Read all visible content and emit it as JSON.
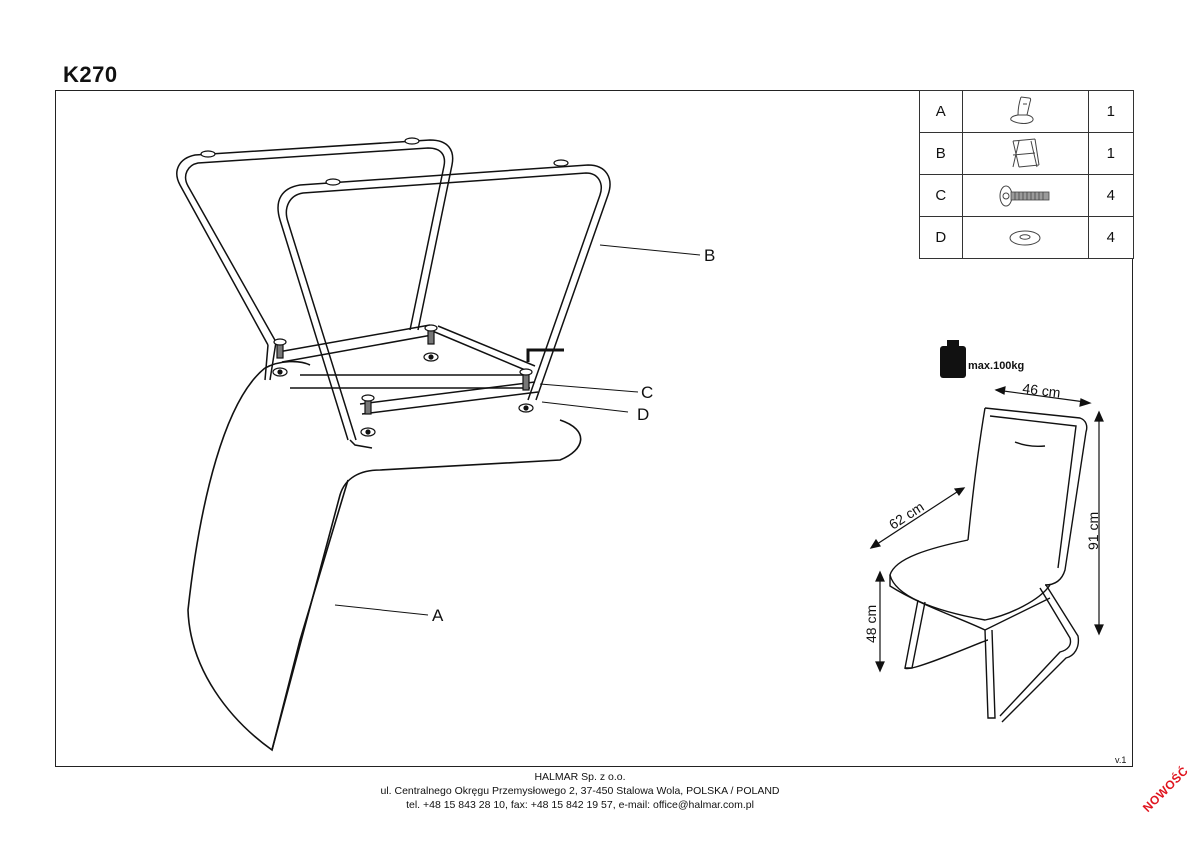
{
  "title": "K270",
  "parts": [
    {
      "letter": "A",
      "icon": "seat-icon",
      "qty": "1"
    },
    {
      "letter": "B",
      "icon": "frame-icon",
      "qty": "1"
    },
    {
      "letter": "C",
      "icon": "bolt-icon",
      "qty": "4"
    },
    {
      "letter": "D",
      "icon": "washer-icon",
      "qty": "4"
    }
  ],
  "callouts": {
    "a": "A",
    "b": "B",
    "c": "C",
    "d": "D"
  },
  "max_load": "max.100kg",
  "dimensions": {
    "width": "46 cm",
    "depth": "62 cm",
    "height": "91 cm",
    "seat_height": "48 cm"
  },
  "version": "v.1",
  "footer": {
    "company": "HALMAR Sp. z o.o.",
    "address": "ul. Centralnego Okręgu Przemysłowego 2, 37-450 Stalowa Wola, POLSKA / POLAND",
    "contact": "tel. +48 15 843 28 10, fax: +48 15 842 19 57, e-mail: office@halmar.com.pl"
  },
  "stamp": "NOWOŚĆ"
}
